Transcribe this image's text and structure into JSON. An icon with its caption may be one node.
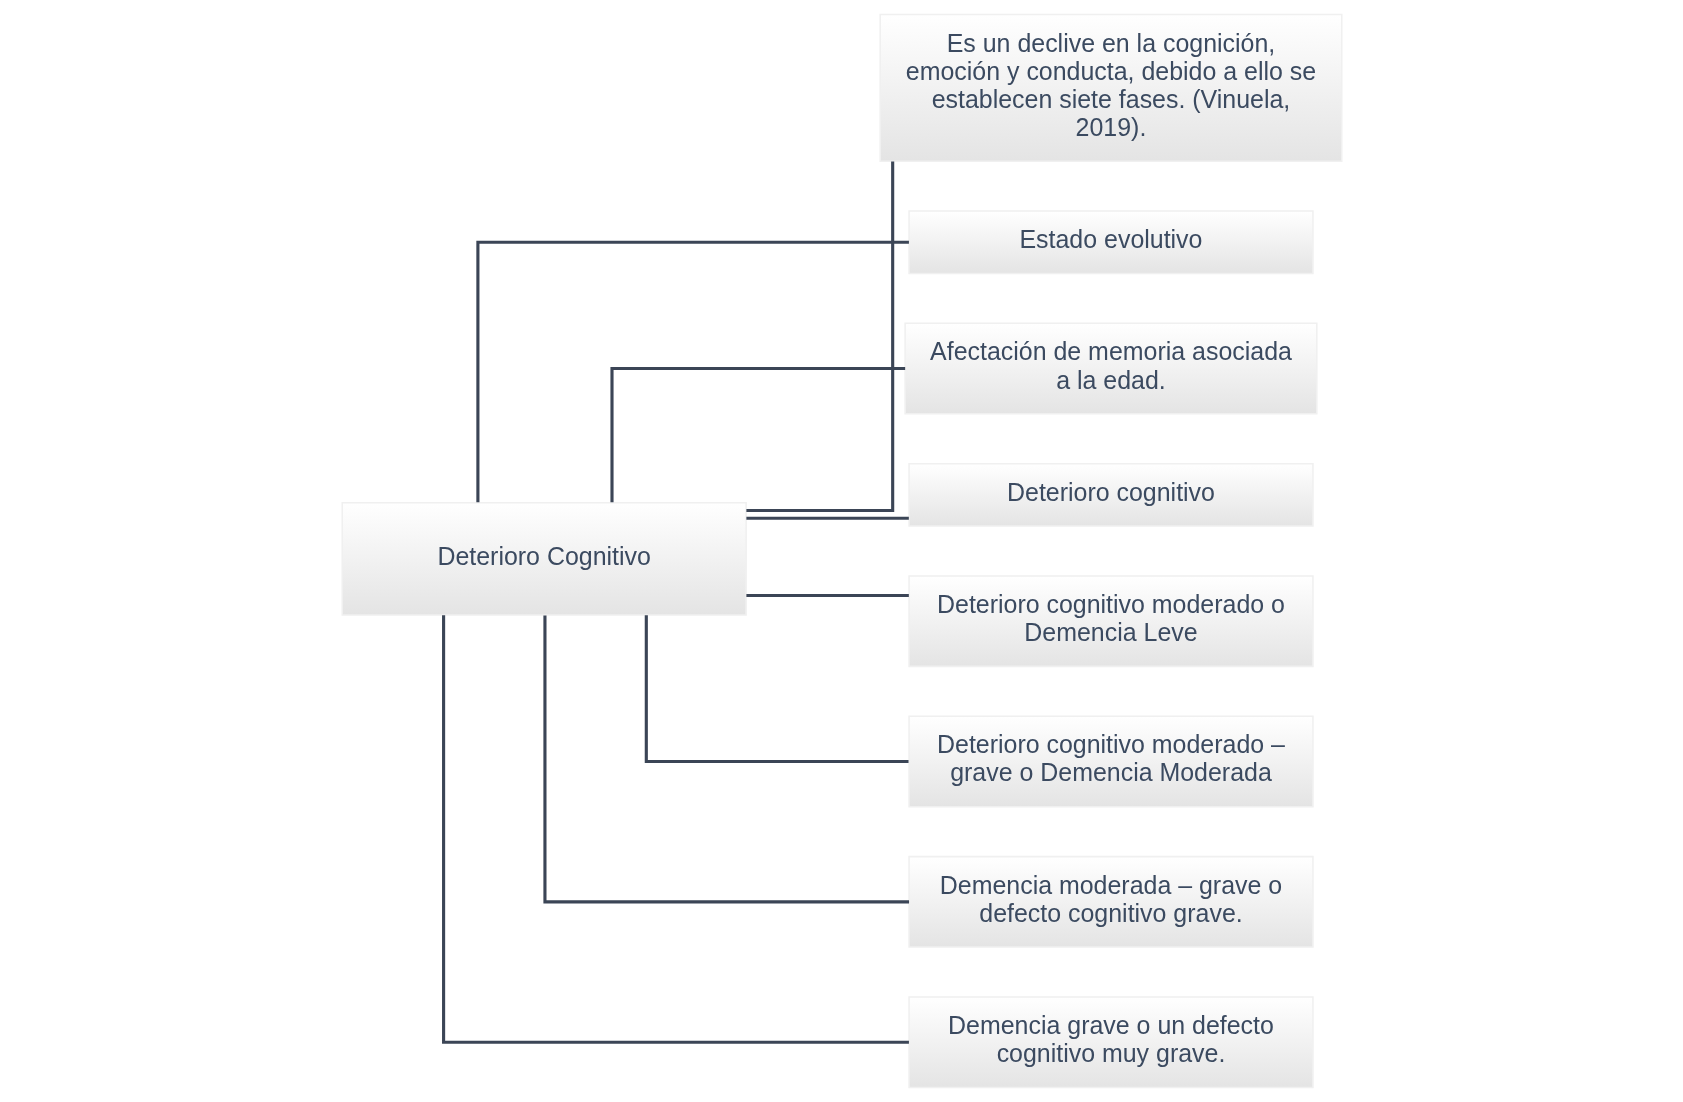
{
  "diagram": {
    "nodes": [
      {
        "text": [
          "Deterioro Cognitivo"
        ]
      },
      {
        "text": [
          "Es un declive en la cognición, emoción y conducta, debido a ello se establecen siete fases. (Vinuela, 2019)."
        ]
      },
      {
        "text": [
          "Estado evolutivo"
        ]
      },
      {
        "text": [
          "Afectación de memoria asociada a la edad."
        ]
      },
      {
        "text": [
          "Deterioro cognitivo"
        ]
      },
      {
        "text": [
          "Deterioro cognitivo moderado o Demencia Leve"
        ]
      },
      {
        "text": [
          "Deterioro cognitivo moderado – grave o Demencia Moderada"
        ]
      },
      {
        "text": [
          "Demencia moderada – grave o defecto cognitivo grave."
        ]
      },
      {
        "text": [
          "Demencia grave o un defecto cognitivo muy grave."
        ]
      }
    ],
    "edges": [
      {
        "from": 0,
        "to": 1,
        "arrow": "none"
      },
      {
        "from": 0,
        "to": 2,
        "arrow": "none"
      },
      {
        "from": 0,
        "to": 3,
        "arrow": "none"
      },
      {
        "from": 0,
        "to": 4,
        "arrow": "none"
      },
      {
        "from": 0,
        "to": 5,
        "arrow": "none"
      },
      {
        "from": 0,
        "to": 6,
        "arrow": "none"
      },
      {
        "from": 0,
        "to": 7,
        "arrow": "none"
      },
      {
        "from": 0,
        "to": 8,
        "arrow": "none"
      }
    ]
  }
}
